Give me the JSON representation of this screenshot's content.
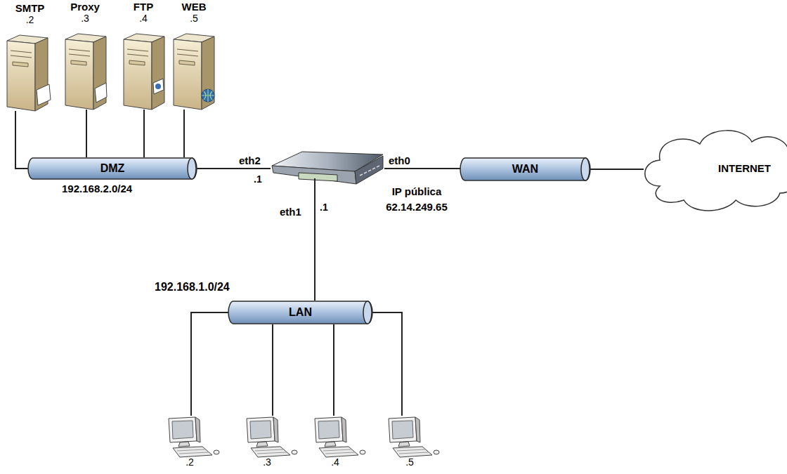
{
  "diagram": {
    "nodes": [
      {
        "text": [
          "SMTP",
          ".2"
        ]
      },
      {
        "text": [
          "Proxy",
          ".3"
        ]
      },
      {
        "text": [
          "FTP",
          ".4"
        ]
      },
      {
        "text": [
          "WEB",
          ".5"
        ]
      },
      {
        "text": [
          "DMZ",
          "192.168.2.0/24"
        ]
      },
      {
        "text": [
          "IP pública 62.14.249.65"
        ]
      },
      {
        "text": [
          "WAN"
        ]
      },
      {
        "text": [
          "INTERNET"
        ]
      },
      {
        "text": [
          "LAN",
          "192.168.1.0/24"
        ]
      },
      {
        "text": [
          ".2"
        ]
      },
      {
        "text": [
          ".3"
        ]
      },
      {
        "text": [
          ".4"
        ]
      },
      {
        "text": [
          ".5"
        ]
      }
    ],
    "edges": [
      {
        "from": 0,
        "to": 4,
        "arrow": "none"
      },
      {
        "from": 1,
        "to": 4,
        "arrow": "none"
      },
      {
        "from": 2,
        "to": 4,
        "arrow": "none"
      },
      {
        "from": 3,
        "to": 4,
        "arrow": "none"
      },
      {
        "from": 4,
        "to": 5,
        "label": "eth2",
        "arrow": "none"
      },
      {
        "from": 5,
        "to": 6,
        "label": "eth0",
        "arrow": "none"
      },
      {
        "from": 6,
        "to": 7,
        "arrow": "none"
      },
      {
        "from": 5,
        "to": 8,
        "label": "eth1",
        "arrow": "none"
      },
      {
        "from": 8,
        "to": 9,
        "arrow": "none"
      },
      {
        "from": 8,
        "to": 10,
        "arrow": "none"
      },
      {
        "from": 8,
        "to": 11,
        "arrow": "none"
      },
      {
        "from": 8,
        "to": 12,
        "arrow": "none"
      }
    ],
    "labels": [
      ".1",
      ".1"
    ]
  }
}
